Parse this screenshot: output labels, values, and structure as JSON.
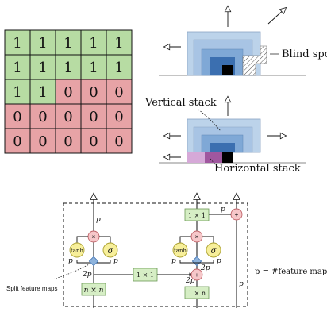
{
  "colors": {
    "green": "#b7dca3",
    "red": "#e7a3a6",
    "blue_light": "#bcd3ea",
    "blue_mid": "#8eb3dc",
    "blue_dark": "#3b6fb0",
    "purple_light": "#d6a9d8",
    "purple_mid": "#a0579f",
    "gate_red": "#f6c7c9",
    "gate_yellow": "#f7ef9a",
    "op_green": "#d6eec5"
  },
  "mask": {
    "rows": [
      [
        "1",
        "1",
        "1",
        "1",
        "1"
      ],
      [
        "1",
        "1",
        "1",
        "1",
        "1"
      ],
      [
        "1",
        "1",
        "0",
        "0",
        "0"
      ],
      [
        "0",
        "0",
        "0",
        "0",
        "0"
      ],
      [
        "0",
        "0",
        "0",
        "0",
        "0"
      ]
    ]
  },
  "stack_top": {
    "blind_spot_label": "Blind spot"
  },
  "stack_bottom": {
    "vertical_label": "Vertical stack",
    "horizontal_label": "Horizontal stack"
  },
  "gated_block": {
    "p_label": "p",
    "two_p_label": "2p",
    "tanh_label": "tanh",
    "sigma_label": "σ",
    "times_label": "×",
    "plus_label": "+",
    "conv_1x1": "1 × 1",
    "conv_nxn": "n × n",
    "conv_1xn": "1 × n",
    "split_label": "Split feature maps",
    "legend_label": "p = #feature maps"
  }
}
